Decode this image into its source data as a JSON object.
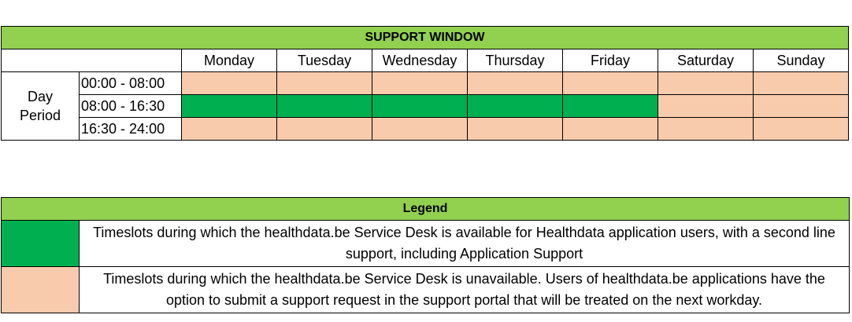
{
  "support_window": {
    "title": "SUPPORT WINDOW",
    "days": [
      "Monday",
      "Tuesday",
      "Wednesday",
      "Thursday",
      "Friday",
      "Saturday",
      "Sunday"
    ],
    "period_label_line1": "Day",
    "period_label_line2": "Period",
    "rows": [
      {
        "time": "00:00 - 08:00",
        "status": [
          "unavailable",
          "unavailable",
          "unavailable",
          "unavailable",
          "unavailable",
          "unavailable",
          "unavailable"
        ]
      },
      {
        "time": "08:00 - 16:30",
        "status": [
          "available",
          "available",
          "available",
          "available",
          "available",
          "unavailable",
          "unavailable"
        ]
      },
      {
        "time": "16:30 - 24:00",
        "status": [
          "unavailable",
          "unavailable",
          "unavailable",
          "unavailable",
          "unavailable",
          "unavailable",
          "unavailable"
        ]
      }
    ]
  },
  "legend": {
    "title": "Legend",
    "items": [
      {
        "status": "available",
        "color": "#00b050",
        "text": "Timeslots during which the healthdata.be Service Desk is available for Healthdata application users, with a second line support, including Application Support"
      },
      {
        "status": "unavailable",
        "color": "#f8cbad",
        "text": "Timeslots during which the healthdata.be Service Desk is unavailable. Users of healthdata.be applications have the option to submit a support request in the support portal that will be treated on the next workday."
      }
    ]
  },
  "colors": {
    "header": "#92d050",
    "available": "#00b050",
    "unavailable": "#f8cbad"
  }
}
